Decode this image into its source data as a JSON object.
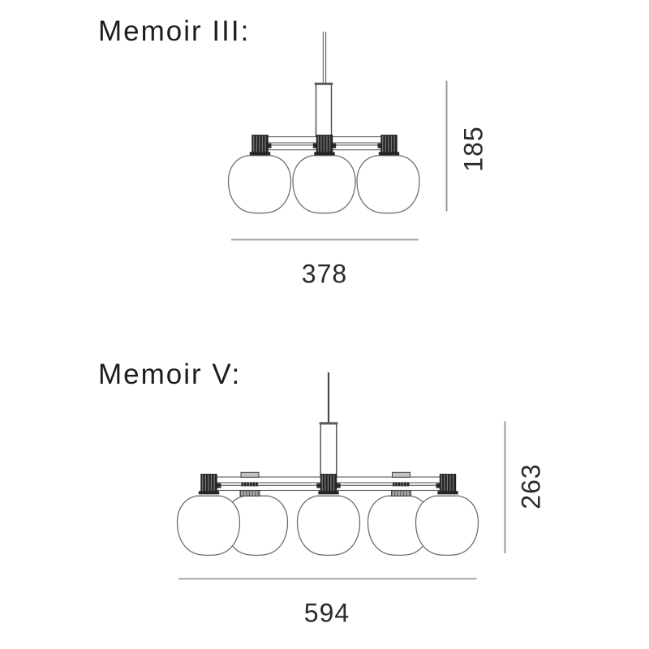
{
  "page": {
    "background": "#ffffff",
    "kind": "lamp dimension spec sheet"
  },
  "colors": {
    "outline": "#4a4a4a",
    "globe_outline": "#6a6a6a",
    "socket_fill": "#262626",
    "dimension_line": "#8f8f8f",
    "dimension_text": "#2a2a2a",
    "title_text": "#1d1d1d"
  },
  "products": [
    {
      "name": "memoir-iii",
      "title": "Memoir III:",
      "globe_count": 3,
      "dimensions": {
        "height": "185",
        "width": "378"
      }
    },
    {
      "name": "memoir-v",
      "title": "Memoir V:",
      "globe_count": 5,
      "dimensions": {
        "height": "263",
        "width": "594"
      }
    }
  ]
}
